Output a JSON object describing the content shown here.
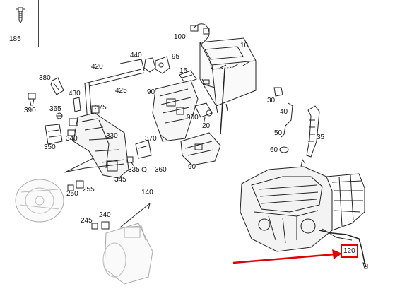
{
  "inset": {
    "part_number": "185"
  },
  "callouts": [
    {
      "id": "c100",
      "text": "100"
    },
    {
      "id": "c10",
      "text": "10"
    },
    {
      "id": "c440",
      "text": "440"
    },
    {
      "id": "c95",
      "text": "95"
    },
    {
      "id": "c420",
      "text": "420"
    },
    {
      "id": "c425",
      "text": "425"
    },
    {
      "id": "c380",
      "text": "380"
    },
    {
      "id": "c430",
      "text": "430"
    },
    {
      "id": "c15",
      "text": "15"
    },
    {
      "id": "c90a",
      "text": "90"
    },
    {
      "id": "c390",
      "text": "390"
    },
    {
      "id": "c365",
      "text": "365"
    },
    {
      "id": "c375",
      "text": "375"
    },
    {
      "id": "c30",
      "text": "30"
    },
    {
      "id": "c40",
      "text": "40"
    },
    {
      "id": "c900",
      "text": "900"
    },
    {
      "id": "c20",
      "text": "20"
    },
    {
      "id": "c50",
      "text": "50"
    },
    {
      "id": "c35",
      "text": "35"
    },
    {
      "id": "c350",
      "text": "350"
    },
    {
      "id": "c340",
      "text": "340"
    },
    {
      "id": "c330",
      "text": "330"
    },
    {
      "id": "c370",
      "text": "370"
    },
    {
      "id": "c60",
      "text": "60"
    },
    {
      "id": "c90b",
      "text": "90"
    },
    {
      "id": "c335",
      "text": "335"
    },
    {
      "id": "c360",
      "text": "360"
    },
    {
      "id": "c345",
      "text": "345"
    },
    {
      "id": "c250",
      "text": "250"
    },
    {
      "id": "c255",
      "text": "255"
    },
    {
      "id": "c140",
      "text": "140"
    },
    {
      "id": "c245",
      "text": "245"
    },
    {
      "id": "c240",
      "text": "240"
    }
  ],
  "highlight": {
    "part_number": "120",
    "arrow_color": "#e00000"
  }
}
